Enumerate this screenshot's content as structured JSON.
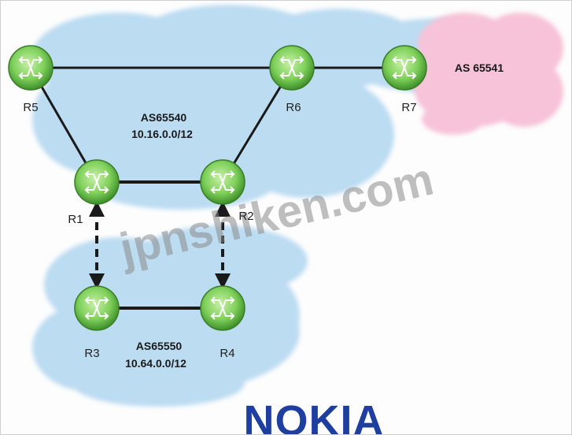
{
  "as_domains": [
    {
      "id": "as65540",
      "name": "AS65540",
      "prefix": "10.16.0.0/12",
      "color": "#bcdcf2"
    },
    {
      "id": "as65550",
      "name": "AS65550",
      "prefix": "10.64.0.0/12",
      "color": "#bcdcf2"
    },
    {
      "id": "as65541",
      "name": "AS 65541",
      "prefix": "",
      "color": "#f7c3d8"
    }
  ],
  "routers": [
    {
      "id": "R1",
      "label": "R1"
    },
    {
      "id": "R2",
      "label": "R2"
    },
    {
      "id": "R3",
      "label": "R3"
    },
    {
      "id": "R4",
      "label": "R4"
    },
    {
      "id": "R5",
      "label": "R5"
    },
    {
      "id": "R6",
      "label": "R6"
    },
    {
      "id": "R7",
      "label": "R7"
    }
  ],
  "links": [
    {
      "from": "R5",
      "to": "R6",
      "style": "solid"
    },
    {
      "from": "R6",
      "to": "R7",
      "style": "solid"
    },
    {
      "from": "R5",
      "to": "R1",
      "style": "solid"
    },
    {
      "from": "R6",
      "to": "R2",
      "style": "solid"
    },
    {
      "from": "R1",
      "to": "R2",
      "style": "solid-thick"
    },
    {
      "from": "R3",
      "to": "R4",
      "style": "solid-thick"
    },
    {
      "from": "R1",
      "to": "R3",
      "style": "dashed-bidirectional"
    },
    {
      "from": "R2",
      "to": "R4",
      "style": "dashed-bidirectional"
    }
  ],
  "router_icon": "router-icon",
  "router_color": "#7ed05a",
  "watermark": "jpnshiken.com",
  "brand": "NOKIA",
  "brand_color": "#1f3fa0"
}
